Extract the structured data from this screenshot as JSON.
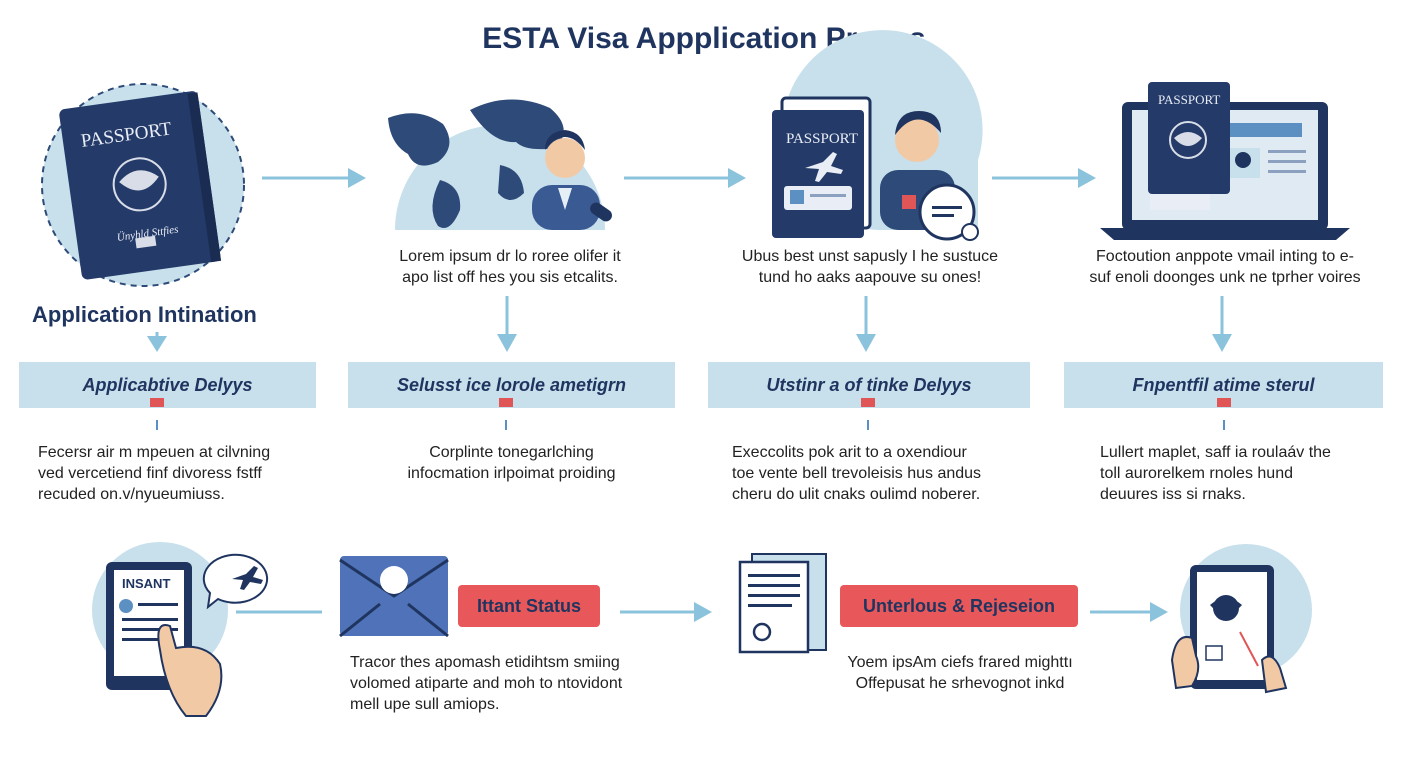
{
  "title": "ESTA Visa Appplication Proess",
  "section_heading": "Application Intination",
  "illustrations": {
    "passport_cover_label": "PASSPORT",
    "passport_country_label": "Ünyhld Sttfies",
    "insant_label": "INSANT"
  },
  "top_descriptions": [
    {
      "line1": "Lorem ipsum dr lo roree olifer it",
      "line2": "apo list off hes you sis etcalits."
    },
    {
      "line1": "Ubus best unst sapusly I he sustuce",
      "line2": "tund ho aaks aapouve su ones!"
    },
    {
      "line1": "Foctoution anppote vmail inting to e-",
      "line2": "suf enoli doonges unk ne tprher voires"
    }
  ],
  "steps": [
    {
      "box_label": "Applicabtive Delyys",
      "text": [
        "Fecersr air m mpeuen at cilvning",
        "ved vercetiend finf divoress fstff",
        "recuded on.v/nyueumiuss."
      ]
    },
    {
      "box_label": "Selusst ice lorole ametigrn",
      "text": [
        "Corplinte tonegarlching",
        "infocmation irlpoimat proiding"
      ]
    },
    {
      "box_label": "Utstinr a of tinke Delyys",
      "text": [
        "Execcolits pok arit to a oxendiour",
        "toe vente bell trevoleisis hus andus",
        "cheru do ulit cnaks oulimd noberer."
      ]
    },
    {
      "box_label": "Fnpentfil atime sterul",
      "text": [
        "Lullert maplet, saff ia roulaáv the",
        "toll aurorelkem rnoles hund",
        "deuures iss si rnaks."
      ]
    }
  ],
  "bottom": {
    "status_pill": "Ittant Status",
    "status_text": [
      "Tracor thes apomash etidihtsm smiing",
      "volomed atiparte and moh to ntovidont",
      "mell upe sull amiops."
    ],
    "rejection_pill": "Unterlous & Rejeseion",
    "rejection_text": [
      "Yoem ipsAm ciefs frared mighttı",
      "Offepusat he srhevognot inkd"
    ]
  },
  "colors": {
    "navy": "#1f3560",
    "light_blue": "#c7e0ec",
    "red_accent": "#e8585a",
    "arrow": "#8cc3dc"
  }
}
